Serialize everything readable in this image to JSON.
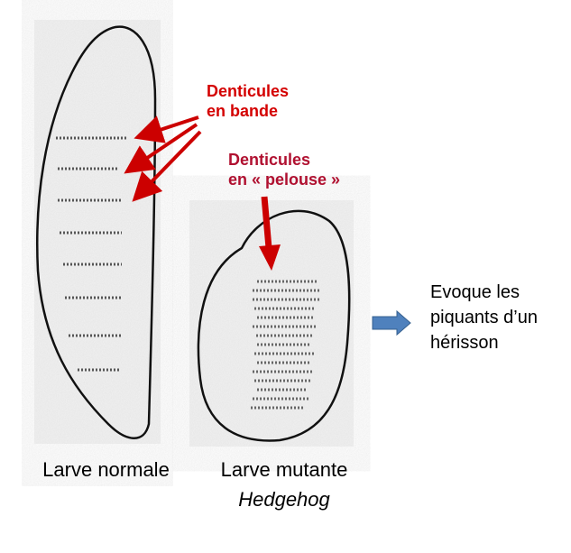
{
  "labels": {
    "banded": {
      "line1": "Denticules",
      "line2": "en bande"
    },
    "lawn": {
      "line1": "Denticules",
      "line2": "en « pelouse »"
    }
  },
  "captions": {
    "normal": "Larve normale",
    "mutant": "Larve mutante",
    "mutant_name": "Hedgehog"
  },
  "note": {
    "line1": "Evoque les",
    "line2": "piquants d’un",
    "line3": "hérisson"
  },
  "colors": {
    "banded_label": "#d40000",
    "lawn_label": "#b01030",
    "arrow": "#cc0000",
    "block_arrow": "#4f81bd"
  }
}
